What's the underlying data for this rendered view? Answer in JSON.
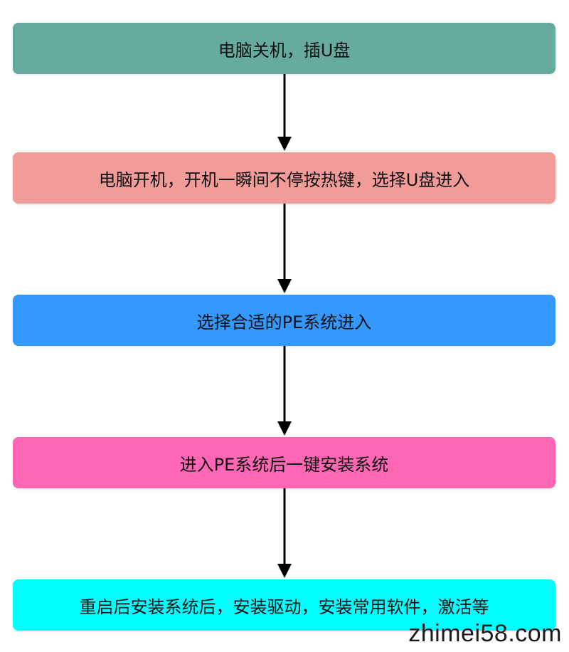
{
  "steps": [
    {
      "label": "电脑关机，插U盘",
      "color": "#67ab9f"
    },
    {
      "label": "电脑开机，开机一瞬间不停按热键，选择U盘进入",
      "color": "#f19c99"
    },
    {
      "label": "选择合适的PE系统进入",
      "color": "#3399ff"
    },
    {
      "label": "进入PE系统后一键安装系统",
      "color": "#ff66b3"
    },
    {
      "label": "重启后安装系统后，安装驱动，安装常用软件，激活等",
      "color": "#00ffff"
    }
  ],
  "watermark": "zhimei58.com"
}
